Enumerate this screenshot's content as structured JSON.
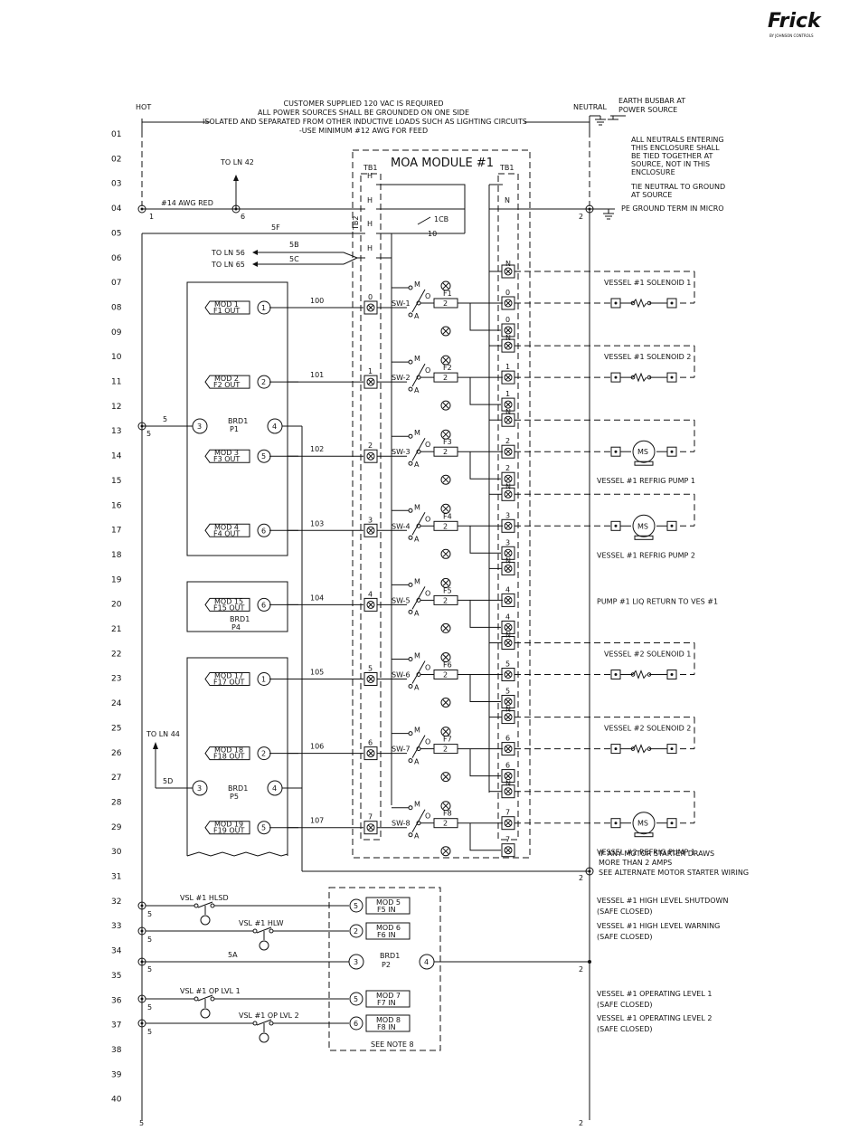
{
  "logo": {
    "name": "Frick",
    "sub": "BY JOHNSON CONTROLS"
  },
  "header": {
    "hot": "HOT",
    "neutral": "NEUTRAL",
    "earth": [
      "EARTH BUSBAR AT",
      "POWER SOURCE"
    ],
    "customer_notes": [
      "CUSTOMER SUPPLIED 120 VAC IS REQUIRED",
      "ALL POWER SOURCES SHALL BE GROUNDED ON ONE SIDE",
      "-ISOLATED AND SEPARATED FROM OTHER INDUCTIVE LOADS SUCH AS LIGHTING CIRCUITS",
      "-USE MINIMUM #12 AWG FOR FEED"
    ],
    "neutral_note": [
      "ALL NEUTRALS ENTERING",
      "THIS ENCLOSURE SHALL",
      "BE TIED TOGETHER AT",
      "SOURCE, NOT IN THIS",
      "ENCLOSURE"
    ],
    "tie_note": [
      "TIE NEUTRAL TO GROUND",
      "AT SOURCE"
    ],
    "pe_ground": "PE GROUND TERM IN MICRO"
  },
  "line_numbers": [
    "01",
    "02",
    "03",
    "04",
    "05",
    "06",
    "07",
    "08",
    "09",
    "10",
    "11",
    "12",
    "13",
    "14",
    "15",
    "16",
    "17",
    "18",
    "19",
    "20",
    "21",
    "22",
    "23",
    "24",
    "25",
    "26",
    "27",
    "28",
    "29",
    "30",
    "31",
    "32",
    "33",
    "34",
    "35",
    "36",
    "37",
    "38",
    "39",
    "40"
  ],
  "module": {
    "title": "MOA MODULE #1",
    "tb1": "TB1",
    "tb2": "TB2",
    "h": "H",
    "n": "N",
    "cb": "1CB",
    "cb_wire": "10",
    "m": "M",
    "a": "A",
    "o": "O"
  },
  "wires": {
    "awg": "#14 AWG RED",
    "w1": "1",
    "w6": "6",
    "w2": "2",
    "w5": "5",
    "to_ln42": "TO LN 42",
    "to_ln56": "TO LN 56",
    "to_ln65": "TO LN 65",
    "to_ln44": "TO LN 44",
    "w5f": "5F",
    "w5b": "5B",
    "w5c": "5C",
    "w5d": "5D",
    "w5a": "5A"
  },
  "channels": [
    {
      "num": "0",
      "wire": "100",
      "sw": "SW-1",
      "fuse": "F1",
      "fuse_val": "2",
      "mod": [
        "MOD 1",
        "F1 OUT"
      ],
      "term": "1",
      "load": "VESSEL #1 SOLENOID 1",
      "kind": "sol"
    },
    {
      "num": "1",
      "wire": "101",
      "sw": "SW-2",
      "fuse": "F2",
      "fuse_val": "2",
      "mod": [
        "MOD 2",
        "F2 OUT"
      ],
      "term": "2",
      "load": "VESSEL #1 SOLENOID 2",
      "kind": "sol"
    },
    {
      "num": "2",
      "wire": "102",
      "sw": "SW-3",
      "fuse": "F3",
      "fuse_val": "2",
      "mod": [
        "MOD 3",
        "F3 OUT"
      ],
      "term": "5",
      "load": "VESSEL #1 REFRIG PUMP 1",
      "kind": "ms"
    },
    {
      "num": "3",
      "wire": "103",
      "sw": "SW-4",
      "fuse": "F4",
      "fuse_val": "2",
      "mod": [
        "MOD 4",
        "F4 OUT"
      ],
      "term": "6",
      "load": "VESSEL #1 REFRIG PUMP 2",
      "kind": "ms"
    },
    {
      "num": "4",
      "wire": "104",
      "sw": "SW-5",
      "fuse": "F5",
      "fuse_val": "2",
      "mod": [
        "MOD 15",
        "F15 OUT"
      ],
      "term": "6",
      "load": "PUMP #1 LIQ RETURN TO VES #1",
      "kind": "none"
    },
    {
      "num": "5",
      "wire": "105",
      "sw": "SW-6",
      "fuse": "F6",
      "fuse_val": "2",
      "mod": [
        "MOD 17",
        "F17 OUT"
      ],
      "term": "1",
      "load": "VESSEL #2 SOLENOID 1",
      "kind": "sol"
    },
    {
      "num": "6",
      "wire": "106",
      "sw": "SW-7",
      "fuse": "F7",
      "fuse_val": "2",
      "mod": [
        "MOD 18",
        "F18 OUT"
      ],
      "term": "2",
      "load": "VESSEL #2 SOLENOID 2",
      "kind": "sol"
    },
    {
      "num": "7",
      "wire": "107",
      "sw": "SW-8",
      "fuse": "F8",
      "fuse_val": "2",
      "mod": [
        "MOD 19",
        "F19 OUT"
      ],
      "term": "5",
      "load": "VESSEL #2 REFRIG PUMP 1",
      "kind": "ms"
    }
  ],
  "boards": {
    "brd1_p1": [
      "BRD1",
      "P1"
    ],
    "brd1_p4": [
      "BRD1",
      "P4"
    ],
    "brd1_p5": [
      "BRD1",
      "P5"
    ],
    "brd1_p2": [
      "BRD1",
      "P2"
    ],
    "t3": "3",
    "t4": "4"
  },
  "motor_note": [
    "IF ANY MOTOR STARTER DRAWS",
    "MORE THAN 2 AMPS",
    "SEE ALTERNATE MOTOR STARTER WIRING"
  ],
  "ms_label": "MS",
  "inputs": [
    {
      "switch": "VSL #1 HLSD",
      "mod": [
        "MOD 5",
        "F5 IN"
      ],
      "term": "5",
      "desc": [
        "VESSEL #1 HIGH LEVEL SHUTDOWN",
        "(SAFE CLOSED)"
      ]
    },
    {
      "switch": "VSL #1 HLW",
      "mod": [
        "MOD 6",
        "F6 IN"
      ],
      "term": "2",
      "desc": [
        "VESSEL #1 HIGH LEVEL WARNING",
        "(SAFE CLOSED)"
      ]
    },
    {
      "switch": "VSL #1 OP LVL 1",
      "mod": [
        "MOD 7",
        "F7 IN"
      ],
      "term": "5",
      "desc": [
        "VESSEL #1 OPERATING LEVEL 1",
        "(SAFE CLOSED)"
      ]
    },
    {
      "switch": "VSL #1 OP LVL 2",
      "mod": [
        "MOD 8",
        "F8 IN"
      ],
      "term": "6",
      "desc": [
        "VESSEL #1 OPERATING LEVEL 2",
        "(SAFE CLOSED)"
      ]
    }
  ],
  "see_note": "SEE NOTE 8",
  "bottom": {
    "left": "5",
    "right": "2"
  }
}
